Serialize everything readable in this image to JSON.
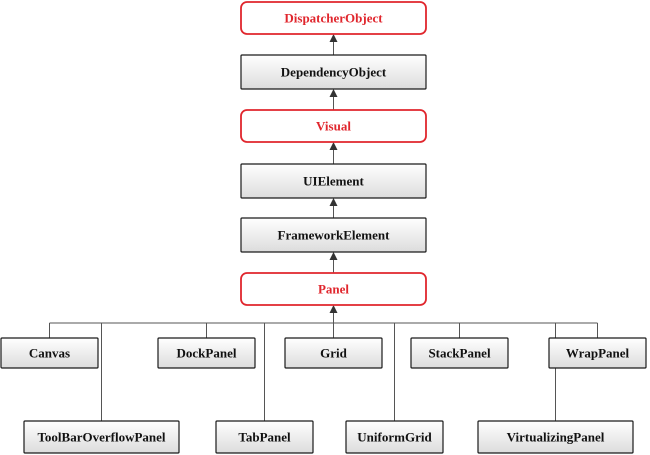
{
  "diagram": {
    "nodes": [
      {
        "id": "dispatcher-object",
        "label": "DispatcherObject",
        "highlight": true
      },
      {
        "id": "dependency-object",
        "label": "DependencyObject",
        "highlight": false
      },
      {
        "id": "visual",
        "label": "Visual",
        "highlight": true
      },
      {
        "id": "ui-element",
        "label": "UIElement",
        "highlight": false
      },
      {
        "id": "framework-element",
        "label": "FrameworkElement",
        "highlight": false
      },
      {
        "id": "panel",
        "label": "Panel",
        "highlight": true
      },
      {
        "id": "canvas",
        "label": "Canvas",
        "highlight": false
      },
      {
        "id": "dock-panel",
        "label": "DockPanel",
        "highlight": false
      },
      {
        "id": "grid",
        "label": "Grid",
        "highlight": false
      },
      {
        "id": "stack-panel",
        "label": "StackPanel",
        "highlight": false
      },
      {
        "id": "wrap-panel",
        "label": "WrapPanel",
        "highlight": false
      },
      {
        "id": "toolbar-overflow-panel",
        "label": "ToolBarOverflowPanel",
        "highlight": false
      },
      {
        "id": "tab-panel",
        "label": "TabPanel",
        "highlight": false
      },
      {
        "id": "uniform-grid",
        "label": "UniformGrid",
        "highlight": false
      },
      {
        "id": "virtualizing-panel",
        "label": "VirtualizingPanel",
        "highlight": false
      }
    ],
    "edges": [
      {
        "from": "dependency-object",
        "to": "dispatcher-object"
      },
      {
        "from": "visual",
        "to": "dependency-object"
      },
      {
        "from": "ui-element",
        "to": "visual"
      },
      {
        "from": "framework-element",
        "to": "ui-element"
      },
      {
        "from": "panel",
        "to": "framework-element"
      },
      {
        "from": "canvas",
        "to": "panel"
      },
      {
        "from": "dock-panel",
        "to": "panel"
      },
      {
        "from": "grid",
        "to": "panel"
      },
      {
        "from": "stack-panel",
        "to": "panel"
      },
      {
        "from": "wrap-panel",
        "to": "panel"
      },
      {
        "from": "toolbar-overflow-panel",
        "to": "panel"
      },
      {
        "from": "tab-panel",
        "to": "panel"
      },
      {
        "from": "uniform-grid",
        "to": "panel"
      },
      {
        "from": "virtualizing-panel",
        "to": "panel"
      }
    ],
    "colors": {
      "highlight": "#e0262d",
      "box_border": "#1a1a1a",
      "text": "#111111",
      "connector": "#555555"
    }
  }
}
